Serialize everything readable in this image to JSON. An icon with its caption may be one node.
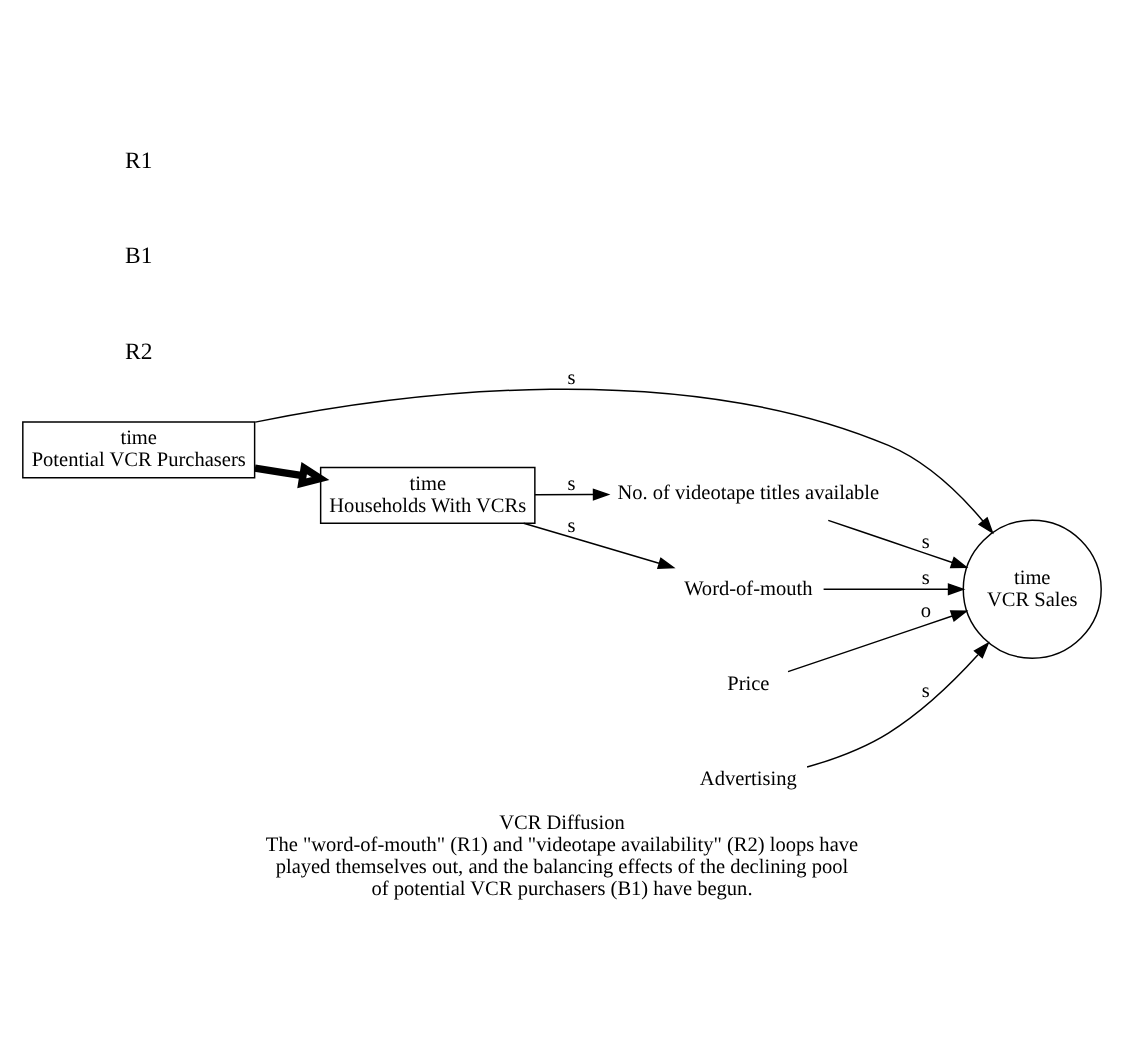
{
  "diagram": {
    "title": "VCR Diffusion",
    "caption": "The \"word-of-mouth\" (R1) and \"videotape availability\" (R2) loops have played themselves out, and the balancing effects of the declining pool of potential VCR purchasers (B1) have begun.",
    "nodes": [
      {
        "text": [
          "time",
          "Potential VCR Purchasers"
        ]
      },
      {
        "text": [
          "time",
          "VCR Sales"
        ]
      },
      {
        "text": [
          "time",
          "Households With VCRs"
        ]
      },
      {
        "text": [
          "No. of videotape titles available"
        ]
      },
      {
        "text": [
          "Price"
        ]
      },
      {
        "text": [
          "Advertising"
        ]
      },
      {
        "text": [
          "Word-of-mouth"
        ]
      }
    ],
    "edges": [
      {
        "from": 0,
        "to": 2,
        "arrow": "to",
        "style": "thick"
      },
      {
        "from": 2,
        "to": 3,
        "arrow": "to",
        "label": "s"
      },
      {
        "from": 3,
        "to": 1,
        "arrow": "to",
        "label": "s"
      },
      {
        "from": 0,
        "to": 1,
        "arrow": "to",
        "label": "s"
      },
      {
        "from": 4,
        "to": 1,
        "arrow": "to",
        "label": "o"
      },
      {
        "from": 5,
        "to": 1,
        "arrow": "to",
        "label": "s"
      },
      {
        "from": 6,
        "to": 1,
        "arrow": "to",
        "label": "s"
      },
      {
        "from": 2,
        "to": 6,
        "arrow": "to",
        "label": "s"
      }
    ],
    "labels": [
      "R2",
      "B1",
      "R1"
    ]
  }
}
